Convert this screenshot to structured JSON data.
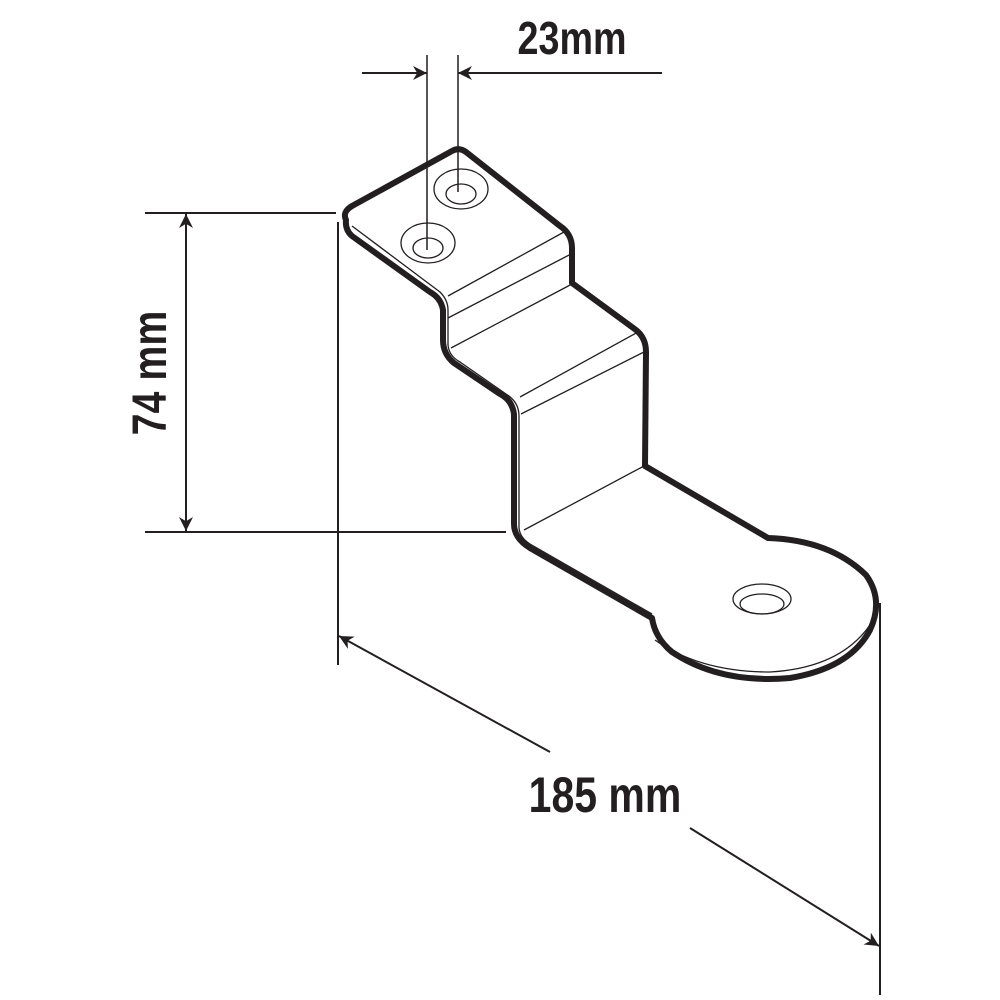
{
  "dimensions": {
    "hole_spacing": "23mm",
    "height": "74 mm",
    "length": "185 mm"
  },
  "colors": {
    "line": "#231f20",
    "background": "#ffffff"
  }
}
